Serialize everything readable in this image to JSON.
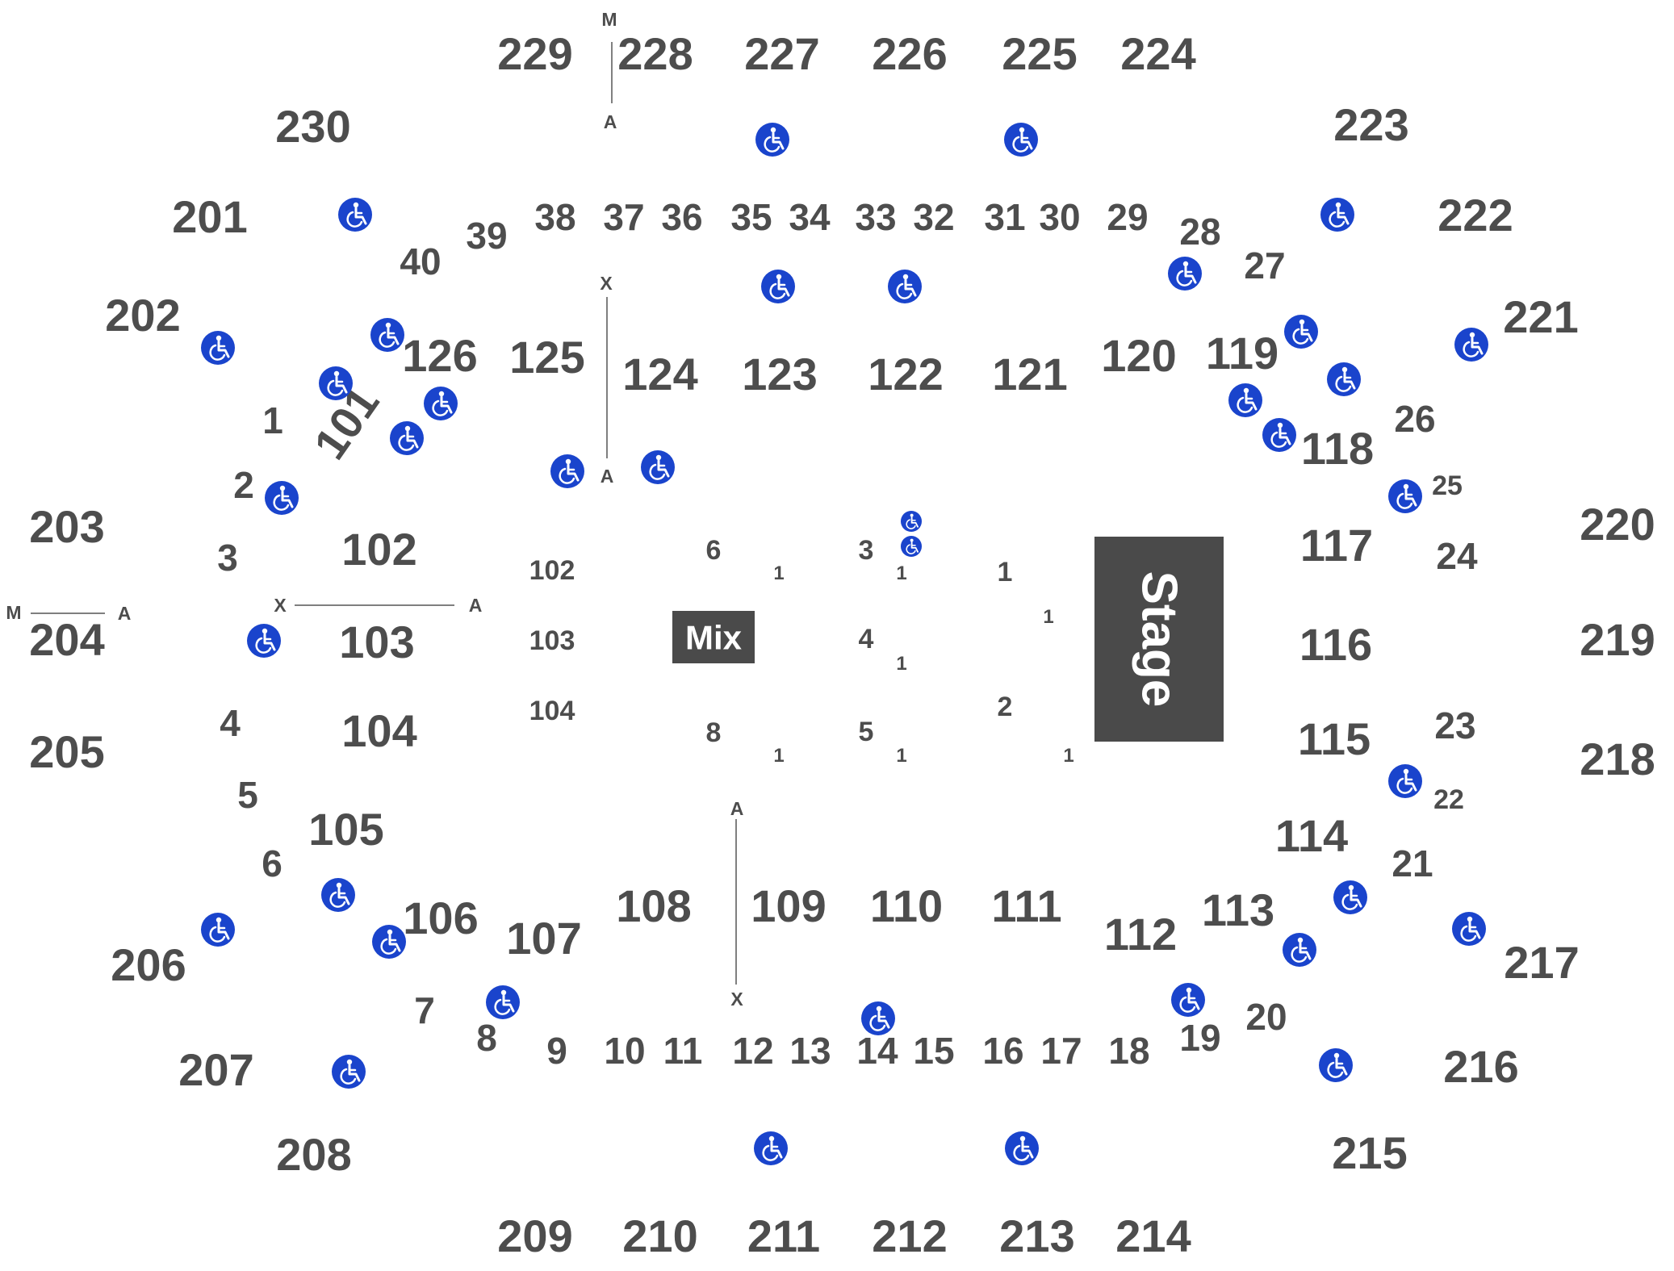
{
  "colors": {
    "text": "#4d4d4d",
    "stage": "#4a4a4a",
    "accessible": "#1a44cc"
  },
  "stage": {
    "label": "Stage"
  },
  "mix": {
    "label": "Mix"
  },
  "accessible_icon": "wheelchair-icon",
  "upper_sections": [
    "201",
    "202",
    "203",
    "204",
    "205",
    "206",
    "207",
    "208",
    "209",
    "210",
    "211",
    "212",
    "213",
    "214",
    "215",
    "216",
    "217",
    "218",
    "219",
    "220",
    "221",
    "222",
    "223",
    "224",
    "225",
    "226",
    "227",
    "228",
    "229",
    "230"
  ],
  "lower_sections": [
    "101",
    "102",
    "103",
    "104",
    "105",
    "106",
    "107",
    "108",
    "109",
    "110",
    "111",
    "112",
    "113",
    "114",
    "115",
    "116",
    "117",
    "118",
    "119",
    "120",
    "121",
    "122",
    "123",
    "124",
    "125",
    "126"
  ],
  "row_labels": [
    "1",
    "2",
    "3",
    "4",
    "5",
    "6",
    "7",
    "8",
    "9",
    "10",
    "11",
    "12",
    "13",
    "14",
    "15",
    "16",
    "17",
    "18",
    "19",
    "20",
    "21",
    "22",
    "23",
    "24",
    "25",
    "26",
    "27",
    "28",
    "29",
    "30",
    "31",
    "32",
    "33",
    "34",
    "35",
    "36",
    "37",
    "38",
    "39",
    "40"
  ],
  "floor_sections": [
    "1",
    "2",
    "3",
    "4",
    "5",
    "6",
    "8",
    "102",
    "103",
    "104"
  ],
  "floor_row_label": "1",
  "aisle_markers": {
    "m": "M",
    "a": "A",
    "x": "X"
  }
}
